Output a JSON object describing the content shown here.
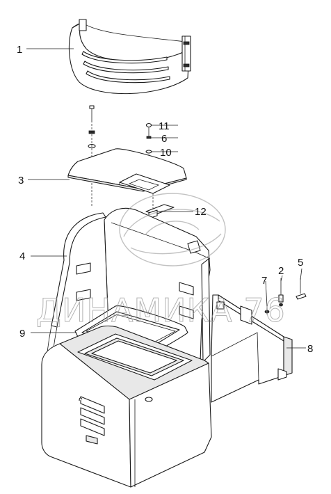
{
  "callouts": {
    "c1": "1",
    "c2": "2",
    "c3": "3",
    "c4": "4",
    "c5": "5",
    "c6": "6",
    "c7": "7",
    "c8": "8",
    "c9": "9",
    "c10": "10",
    "c11": "11",
    "c12": "12"
  },
  "watermark": "ДИНАМИКА 76",
  "colors": {
    "line": "#1a1a1a",
    "watermark": "#9a9a9a"
  }
}
